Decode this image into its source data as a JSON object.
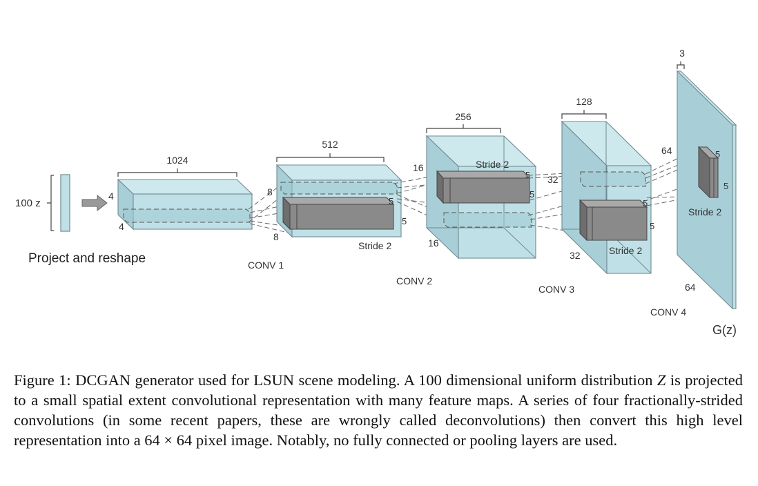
{
  "diagram": {
    "input": {
      "label": "100 z",
      "caption": "Project and reshape"
    },
    "layer0": {
      "depth": "1024",
      "h": "4",
      "w": "4"
    },
    "conv1": {
      "name": "CONV 1",
      "depth": "512",
      "h": "8",
      "w": "8",
      "kernel_a": "5",
      "kernel_b": "5",
      "stride": "Stride 2"
    },
    "conv2": {
      "name": "CONV 2",
      "depth": "256",
      "h": "16",
      "w": "16",
      "kernel_a": "5",
      "kernel_b": "5",
      "stride": "Stride 2"
    },
    "conv3": {
      "name": "CONV 3",
      "depth": "128",
      "h": "32",
      "w": "32",
      "kernel_a": "5",
      "kernel_b": "5",
      "stride": "Stride 2"
    },
    "conv4": {
      "name": "CONV 4",
      "depth": "3",
      "h": "64",
      "w": "64",
      "kernel_a": "5",
      "kernel_b": "5",
      "stride": "Stride 2"
    },
    "output": {
      "label": "G(z)"
    }
  },
  "caption": {
    "prefix": "Figure 1: DCGAN generator used for LSUN scene modeling. A 100 dimensional uniform distribution ",
    "symbol": "Z",
    "suffix": " is projected to a small spatial extent convolutional representation with many feature maps. A series of four fractionally-strided convolutions (in some recent papers, these are wrongly called deconvolutions) then convert this high level representation into a 64 × 64 pixel image. Notably, no fully connected or pooling layers are used."
  }
}
